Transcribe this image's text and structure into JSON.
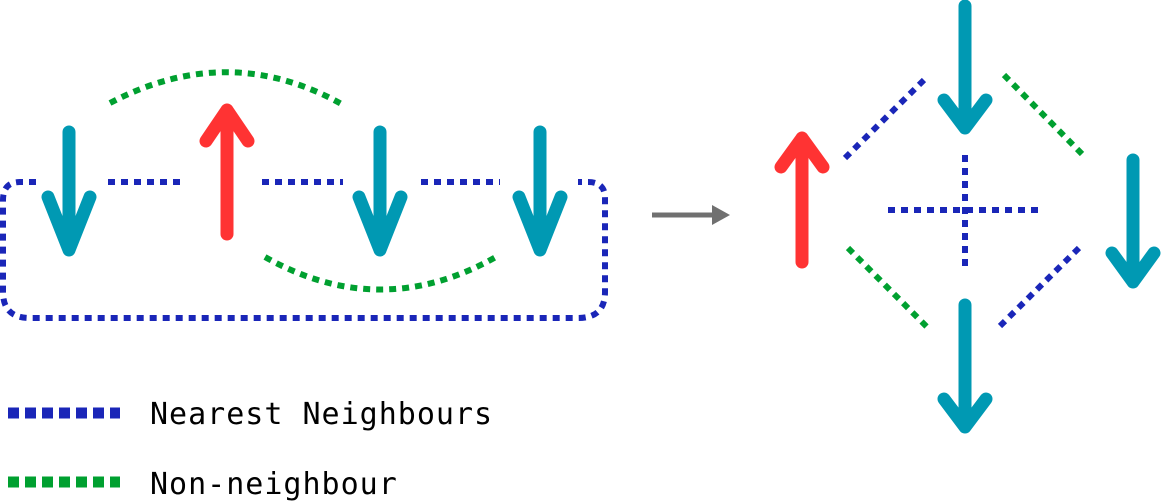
{
  "colors": {
    "spin_down": "#0099b3",
    "spin_up": "#ff3333",
    "nearest_neighbour": "#1a26b8",
    "non_neighbour": "#00a030",
    "transform_arrow": "#707070"
  },
  "legend": {
    "items": [
      {
        "label": "Nearest Neighbours",
        "color": "#1a26b8",
        "style": "dotted"
      },
      {
        "label": "Non-neighbour",
        "color": "#00a030",
        "style": "dotted"
      }
    ]
  },
  "chain": {
    "spins": [
      "down",
      "up",
      "down",
      "down"
    ],
    "periodic_boundary": true
  },
  "lattice": {
    "spins": [
      "up",
      "down",
      "down",
      "down"
    ]
  }
}
